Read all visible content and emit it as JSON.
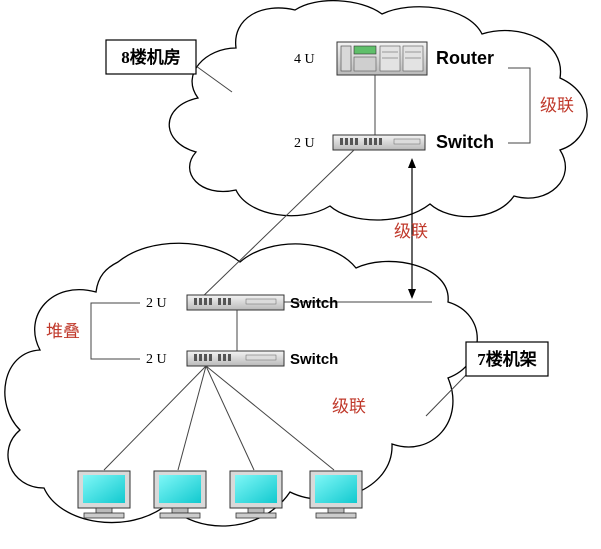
{
  "colors": {
    "relation_text": "#c0392b",
    "monitor_screen": "#2ee0e0",
    "line": "#444444"
  },
  "building8": {
    "label": "8楼机房",
    "router": {
      "units": "4 U",
      "name": "Router"
    },
    "switch": {
      "units": "2 U",
      "name": "Switch"
    },
    "relation": "级联"
  },
  "inter_floor_relation": "级联",
  "building7": {
    "label": "7楼机架",
    "switch_top": {
      "units": "2 U",
      "name": "Switch"
    },
    "switch_bottom": {
      "units": "2 U",
      "name": "Switch"
    },
    "stack_relation": "堆叠",
    "access_relation": "级联",
    "monitors": [
      {
        "icon": "monitor-icon"
      },
      {
        "icon": "monitor-icon"
      },
      {
        "icon": "monitor-icon"
      },
      {
        "icon": "monitor-icon"
      }
    ]
  }
}
